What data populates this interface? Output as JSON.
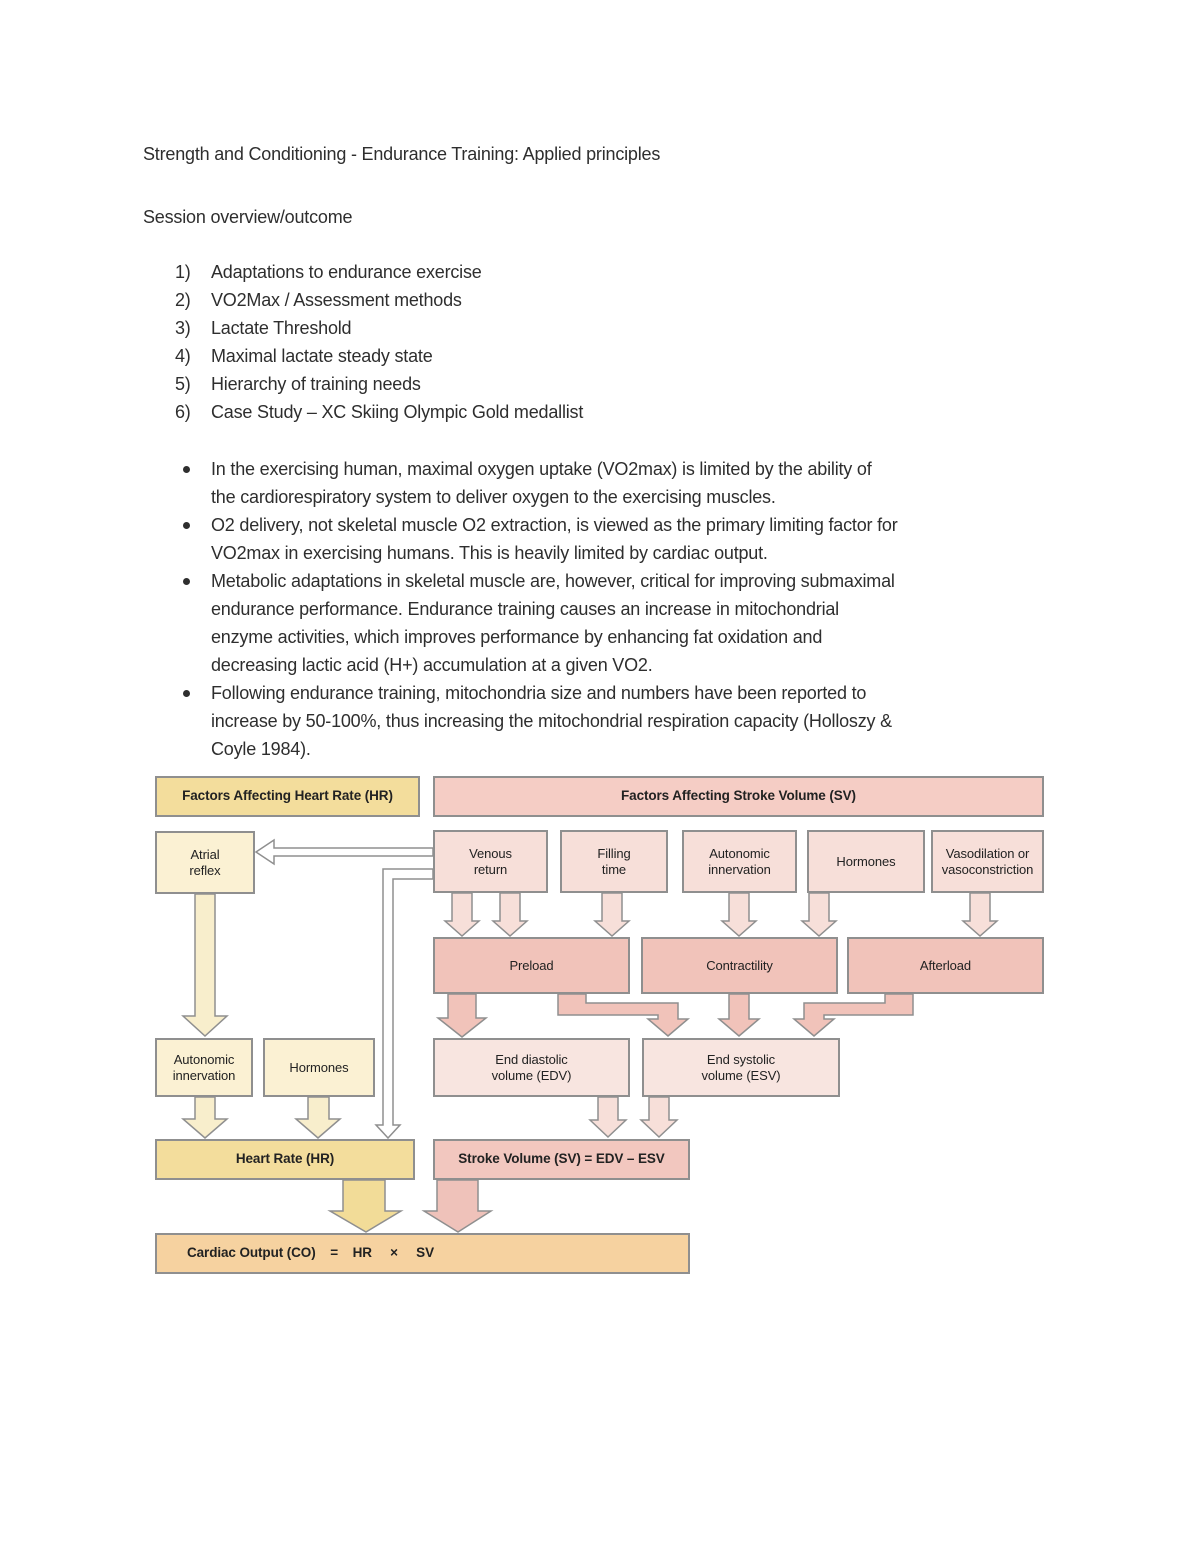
{
  "document": {
    "title": "Strength and Conditioning - Endurance Training: Applied principles",
    "section_heading": "Session overview/outcome",
    "numbered_items": [
      {
        "num": "1)",
        "text": "Adaptations to endurance exercise"
      },
      {
        "num": "2)",
        "text": "VO2Max / Assessment methods"
      },
      {
        "num": "3)",
        "text": "Lactate Threshold"
      },
      {
        "num": "4)",
        "text": "Maximal lactate steady state"
      },
      {
        "num": "5)",
        "text": "Hierarchy of training needs"
      },
      {
        "num": "6)",
        "text": "Case Study – XC Skiing Olympic Gold medallist"
      }
    ],
    "bullets": [
      {
        "lines": [
          "In the exercising human, maximal oxygen uptake (VO2max) is limited by the ability of",
          "the cardiorespiratory system to deliver oxygen to the exercising muscles."
        ]
      },
      {
        "lines": [
          "O2 delivery, not skeletal muscle O2 extraction, is viewed as the primary limiting factor for",
          "VO2max in exercising humans. This is heavily limited by cardiac output."
        ]
      },
      {
        "lines": [
          "Metabolic adaptations in skeletal muscle are, however, critical for improving submaximal",
          "endurance performance. Endurance training causes an increase in mitochondrial",
          "enzyme activities, which improves performance by enhancing fat oxidation and",
          "decreasing lactic acid (H+) accumulation at a given VO2."
        ]
      },
      {
        "lines": [
          "Following endurance training, mitochondria size and numbers have been reported to",
          "increase by 50-100%, thus increasing the mitochondrial respiration capacity (Holloszy &",
          "Coyle 1984)."
        ]
      }
    ]
  },
  "diagram": {
    "hr_header": "Factors Affecting Heart Rate (HR)",
    "sv_header": "Factors Affecting Stroke Volume (SV)",
    "boxes": {
      "atrial_reflex": "Atrial reflex",
      "venous_return": "Venous return",
      "filling_time": "Filling time",
      "autonomic_innervation_sv": "Autonomic innervation",
      "hormones_sv": "Hormones",
      "vasodilation": "Vasodilation or vasoconstriction",
      "preload": "Preload",
      "contractility": "Contractility",
      "afterload": "Afterload",
      "autonomic_innervation_hr": "Autonomic innervation",
      "hormones_hr": "Hormones",
      "edv": "End diastolic volume (EDV)",
      "esv": "End systolic volume (ESV)",
      "heart_rate": "Heart Rate (HR)",
      "stroke_volume": "Stroke Volume (SV) = EDV – ESV",
      "cardiac_output": "Cardiac Output (CO)    =    HR     ×     SV"
    },
    "colors": {
      "yellow_strong": "#F3DD9C",
      "yellow_pale": "#FBF1D3",
      "pink_header": "#F5CDC5",
      "pink_strong": "#F2C7BF",
      "pink_mid": "#F1C3BA",
      "pink_pale": "#F7DFD9",
      "pink_light": "#F8E5E0",
      "orange": "#F6D2A0",
      "outline_gray": "#8F8F8F"
    }
  }
}
